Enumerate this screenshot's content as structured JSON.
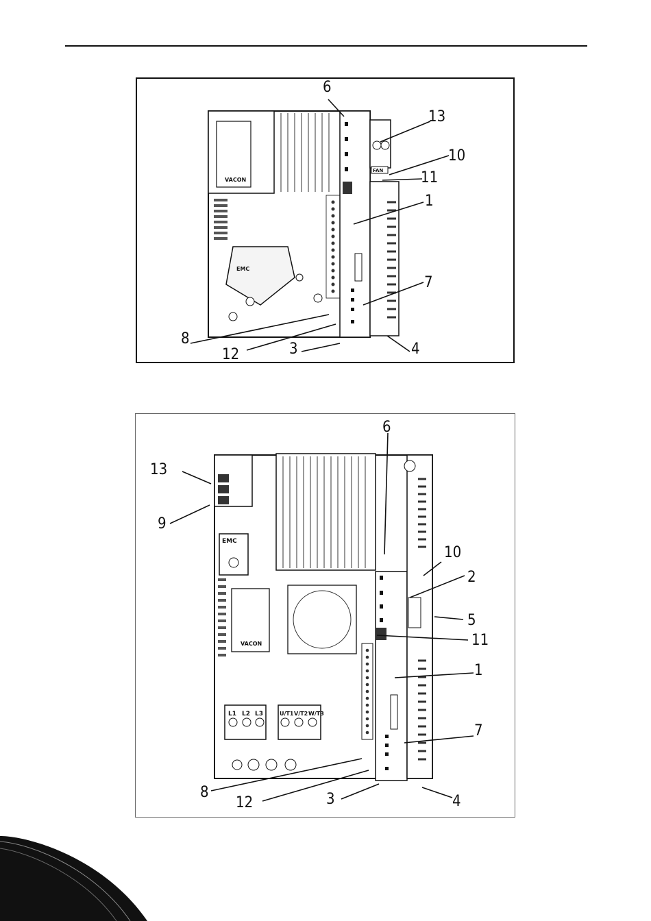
{
  "page": {
    "figure_top": {
      "callouts": [
        "6",
        "13",
        "10",
        "11",
        "1",
        "7",
        "8",
        "12",
        "3",
        "4"
      ],
      "labels": {
        "brand": "VACON",
        "emc": "EMC",
        "fan": "FAN"
      }
    },
    "figure_bottom": {
      "callouts": [
        "6",
        "13",
        "9",
        "10",
        "2",
        "5",
        "11",
        "1",
        "7",
        "8",
        "12",
        "3",
        "4"
      ],
      "labels": {
        "brand": "VACON",
        "emc": "EMC",
        "l1": "L1",
        "l2": "L2",
        "l3": "L3",
        "u": "U/T1",
        "v": "V/T2",
        "w": "W/T3"
      }
    }
  },
  "colors": {
    "ink": "#111111",
    "panel": "#e9e9e9",
    "dark": "#555555"
  }
}
